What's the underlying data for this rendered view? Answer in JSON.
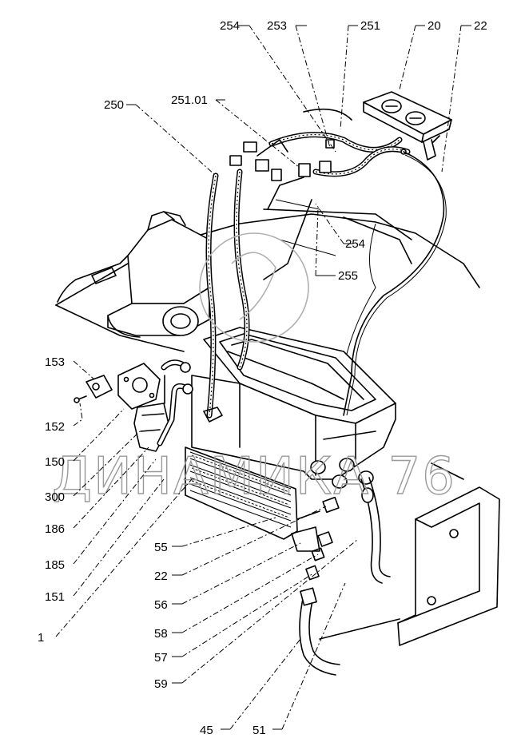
{
  "watermark": "ДИНАМИКА 76",
  "callouts": [
    {
      "id": "c254a",
      "text": "254"
    },
    {
      "id": "c253",
      "text": "253"
    },
    {
      "id": "c251",
      "text": "251"
    },
    {
      "id": "c20",
      "text": "20"
    },
    {
      "id": "c22a",
      "text": "22"
    },
    {
      "id": "c250",
      "text": "250"
    },
    {
      "id": "c25101",
      "text": "251.01"
    },
    {
      "id": "c254b",
      "text": "254"
    },
    {
      "id": "c255",
      "text": "255"
    },
    {
      "id": "c153",
      "text": "153"
    },
    {
      "id": "c152",
      "text": "152"
    },
    {
      "id": "c150",
      "text": "150"
    },
    {
      "id": "c300",
      "text": "300"
    },
    {
      "id": "c186",
      "text": "186"
    },
    {
      "id": "c185",
      "text": "185"
    },
    {
      "id": "c151",
      "text": "151"
    },
    {
      "id": "c1",
      "text": "1"
    },
    {
      "id": "c55",
      "text": "55"
    },
    {
      "id": "c22b",
      "text": "22"
    },
    {
      "id": "c56",
      "text": "56"
    },
    {
      "id": "c58",
      "text": "58"
    },
    {
      "id": "c57",
      "text": "57"
    },
    {
      "id": "c59",
      "text": "59"
    },
    {
      "id": "c45",
      "text": "45"
    },
    {
      "id": "c51",
      "text": "51"
    }
  ]
}
